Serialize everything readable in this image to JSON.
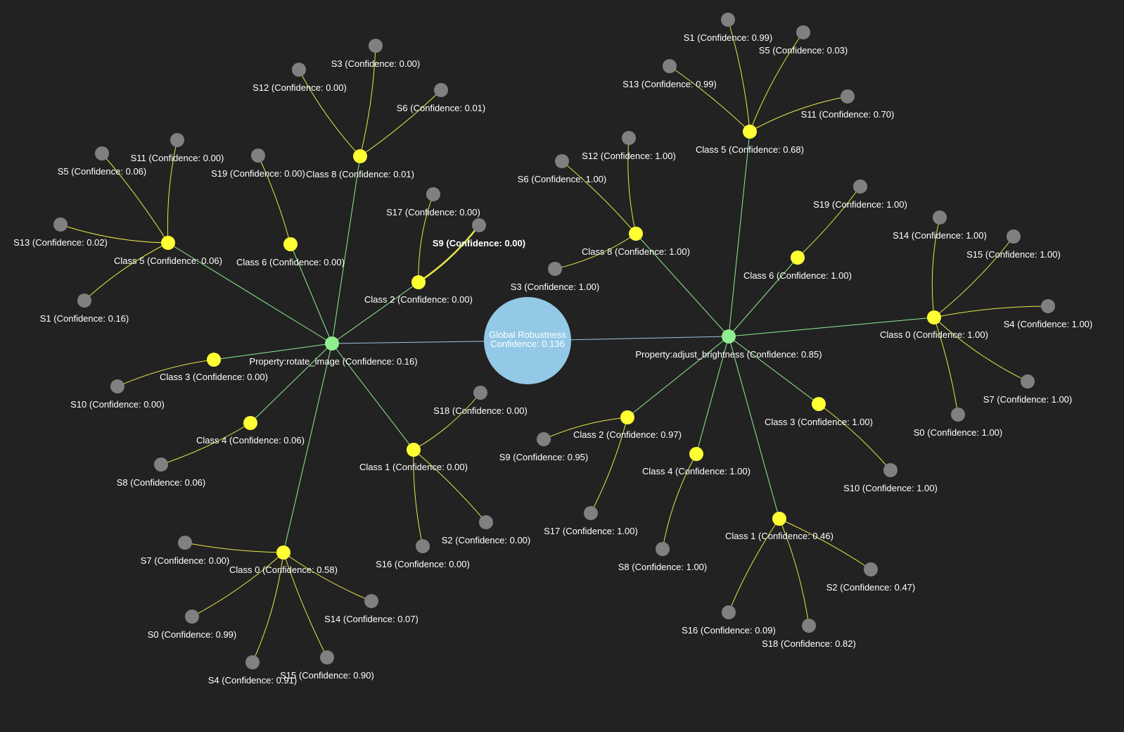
{
  "colors": {
    "background": "#222222",
    "root": "#93c9e6",
    "property": "#90ee90",
    "class": "#ffff33",
    "sample": "#808080",
    "root_link": "#9ec3dc",
    "property_link": "#90ee90",
    "class_link": "#e8e84a",
    "label": "#ffffff"
  },
  "root": {
    "name": "Global Robustness",
    "confidence": "Confidence: 0.136"
  },
  "properties": [
    {
      "label": "Property:rotate_image (Confidence: 0.16)",
      "classes": [
        {
          "label": "Class 8 (Confidence: 0.01)",
          "samples": [
            "S3 (Confidence: 0.00)",
            "S12 (Confidence: 0.00)",
            "S6 (Confidence: 0.01)"
          ]
        },
        {
          "label": "Class 5 (Confidence: 0.06)",
          "samples": [
            "S11 (Confidence: 0.00)",
            "S5 (Confidence: 0.06)",
            "S13 (Confidence: 0.02)",
            "S1 (Confidence: 0.16)"
          ]
        },
        {
          "label": "Class 6 (Confidence: 0.00)",
          "samples": [
            "S19 (Confidence: 0.00)"
          ]
        },
        {
          "label": "Class 2 (Confidence: 0.00)",
          "samples": [
            "S17 (Confidence: 0.00)",
            "S9 (Confidence: 0.00)"
          ]
        },
        {
          "label": "Class 3 (Confidence: 0.00)",
          "samples": [
            "S10 (Confidence: 0.00)"
          ]
        },
        {
          "label": "Class 4 (Confidence: 0.06)",
          "samples": [
            "S8 (Confidence: 0.06)"
          ]
        },
        {
          "label": "Class 1 (Confidence: 0.00)",
          "samples": [
            "S18 (Confidence: 0.00)",
            "S2 (Confidence: 0.00)",
            "S16 (Confidence: 0.00)"
          ]
        },
        {
          "label": "Class 0 (Confidence: 0.58)",
          "samples": [
            "S7 (Confidence: 0.00)",
            "S14 (Confidence: 0.07)",
            "S0 (Confidence: 0.99)",
            "S15 (Confidence: 0.90)",
            "S4 (Confidence: 0.91)"
          ]
        }
      ]
    },
    {
      "label": "Property:adjust_brightness (Confidence: 0.85)",
      "classes": [
        {
          "label": "Class 5 (Confidence: 0.68)",
          "samples": [
            "S1 (Confidence: 0.99)",
            "S5 (Confidence: 0.03)",
            "S13 (Confidence: 0.99)",
            "S11 (Confidence: 0.70)"
          ]
        },
        {
          "label": "Class 8 (Confidence: 1.00)",
          "samples": [
            "S12 (Confidence: 1.00)",
            "S6 (Confidence: 1.00)",
            "S3 (Confidence: 1.00)"
          ]
        },
        {
          "label": "Class 6 (Confidence: 1.00)",
          "samples": [
            "S19 (Confidence: 1.00)"
          ]
        },
        {
          "label": "Class 0 (Confidence: 1.00)",
          "samples": [
            "S14 (Confidence: 1.00)",
            "S15 (Confidence: 1.00)",
            "S4 (Confidence: 1.00)",
            "S7 (Confidence: 1.00)",
            "S0 (Confidence: 1.00)"
          ]
        },
        {
          "label": "Class 2 (Confidence: 0.97)",
          "samples": [
            "S9 (Confidence: 0.95)",
            "S17 (Confidence: 1.00)"
          ]
        },
        {
          "label": "Class 3 (Confidence: 1.00)",
          "samples": [
            "S10 (Confidence: 1.00)"
          ]
        },
        {
          "label": "Class 4 (Confidence: 1.00)",
          "samples": [
            "S8 (Confidence: 1.00)"
          ]
        },
        {
          "label": "Class 1 (Confidence: 0.46)",
          "samples": [
            "S2 (Confidence: 0.47)",
            "S16 (Confidence: 0.09)",
            "S18 (Confidence: 0.82)"
          ]
        }
      ]
    }
  ]
}
